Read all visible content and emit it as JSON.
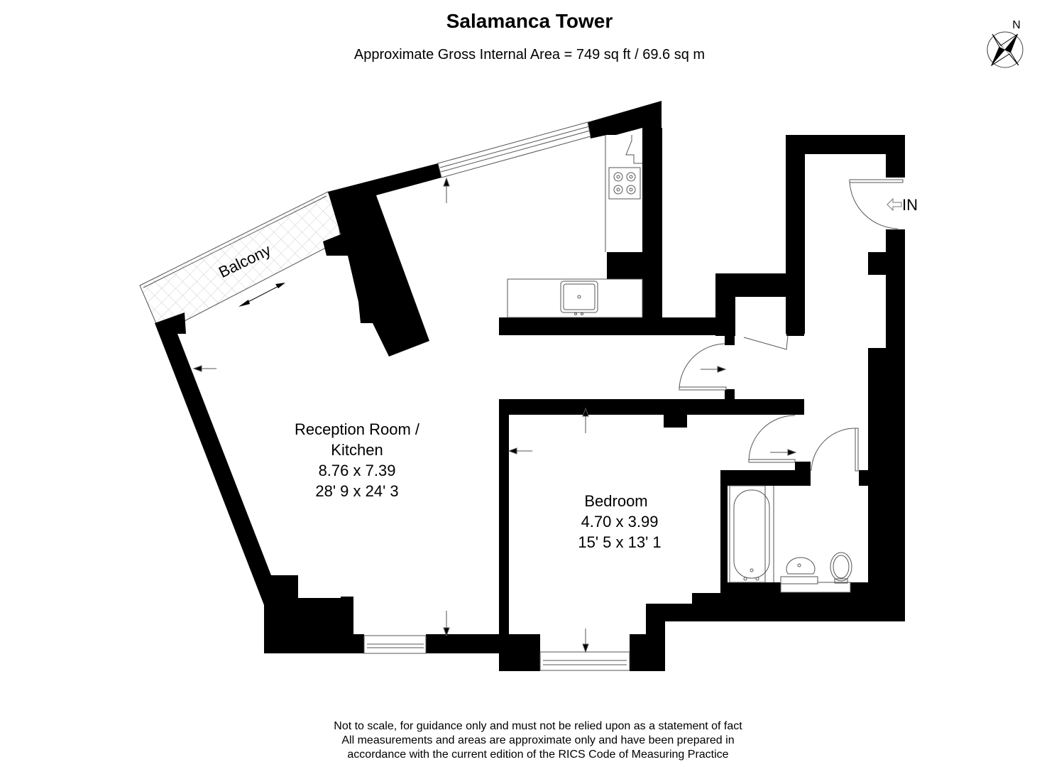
{
  "header": {
    "title": "Salamanca Tower",
    "subtitle": "Approximate Gross Internal Area = 749 sq ft / 69.6 sq m"
  },
  "compass": {
    "label": "N"
  },
  "entrance": {
    "label": "IN"
  },
  "rooms": {
    "balcony": {
      "name": "Balcony"
    },
    "reception": {
      "name_line1": "Reception Room /",
      "name_line2": "Kitchen",
      "metric": "8.76 x 7.39",
      "imperial": "28' 9 x 24' 3"
    },
    "bedroom": {
      "name": "Bedroom",
      "metric": "4.70 x 3.99",
      "imperial": "15' 5 x 13' 1"
    }
  },
  "colors": {
    "wall": "#000000",
    "fixture_line": "#555555",
    "hatch": "#c8c8c8"
  },
  "footer": {
    "line1": "Not to scale, for guidance only and must not be relied upon as a statement of fact",
    "line2": "All measurements and areas are approximate only and have been prepared in",
    "line3": "accordance with the current edition of the RICS Code of Measuring Practice"
  }
}
